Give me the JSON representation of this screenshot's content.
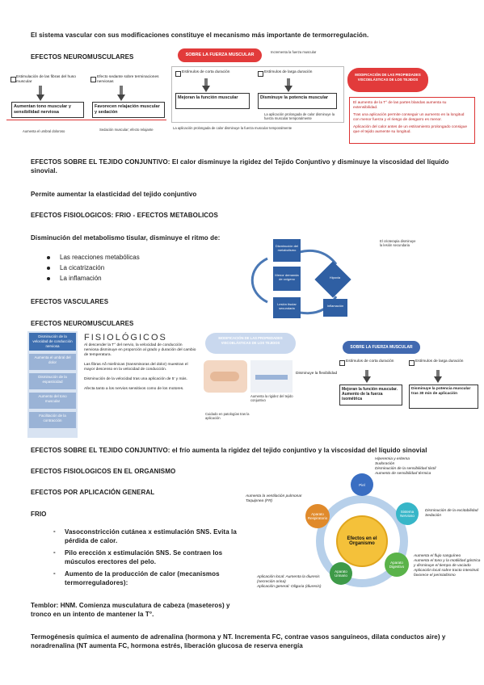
{
  "intro": "El sistema vascular con sus modificaciones constituye el mecanismo más importante de termorregulación.",
  "calor": {
    "neuromusc_title": "EFECTOS NEUROMUSCULARES",
    "box1_top": "Estimulación de las fibras del huso muscular",
    "box1_main": "Aumentan tono muscular y sensibilidad nerviosa",
    "box2_top": "Efecto sedante sobre terminaciones nerviosas",
    "box2_main": "Favorecen relajación muscular y sedación",
    "note_left": "Aumenta el umbral doloroso",
    "note_right": "Sedación muscular; efecto relajante",
    "pill_fuerza": "SOBRE LA FUERZA MUSCULAR",
    "fuerza_note": "Incrementa la fuerza muscular",
    "fuerza_box1": "Estímulos de corta duración",
    "fuerza_box1_main": "Mejoran la función muscular",
    "fuerza_box2": "Estímulos de larga duración",
    "fuerza_box2_main": "Disminuye la potencia muscular",
    "fuerza_caption": "La aplicación prolongada de calor disminuye la fuerza muscular temporalmente",
    "prop_pill": "MODIFICACIÓN DE LAS PROPIEDADES VISCOELÁSTICAS DE LOS TEJIDOS",
    "prop_text1": "El aumento de la T° de las partes blandas aumenta su extensibilidad.",
    "prop_text2": "Tras una aplicación permite conseguir un aumento en la longitud con menor fuerza y el riesgo de desgarro es menor.",
    "prop_text3": "Aplicación del calor antes de un estiramiento prolongado consigue que el tejido aumente su longitud."
  },
  "conj_calor": "EFECTOS SOBRE EL TEJIDO CONJUNTIVO: El calor disminuye la rigidez del Tejido Conjuntivo y disminuye la viscosidad del líquido sinovial.",
  "elasticidad": "Permite aumentar la elasticidad del tejido conjuntivo",
  "frio_meta_title": "EFECTOS FISIOLOGICOS: FRIO -  EFECTOS METABOLICOS",
  "metab_text": "Disminución del metabolismo tisular, disminuye el ritmo de:",
  "metab_items": [
    "Las reacciones metabólicas",
    "La cicatrización",
    "La inflamación"
  ],
  "cycle": {
    "node_a": "Disminución del metabolismo",
    "node_b": "Menor demanda de oxígeno",
    "node_c": "Lesión tisular secundaria",
    "node_d": "Hipoxia",
    "node_e": "Inflamación",
    "side_text": "El crioterapia disminuye la lesión secundaria"
  },
  "vasc_title": "EFECTOS VASCULARES",
  "neuro2_title": "EFECTOS NEUROMUSCULARES",
  "fisio": {
    "side_items": [
      "Disminución de la velocidad de conducción nerviosa",
      "Aumenta el umbral del dolor",
      "Disminución de la espasticidad",
      "Aumento del tono muscular",
      "Facilitación de la contracción"
    ],
    "heading": "FISIOLÓGICOS",
    "p1": "Al descender la T° del nervio, la velocidad de conducción nerviosa disminuye en proporción al grado y duración del cambio de temperatura.",
    "p2": "Las fibras Aδ mielínicas (transmisoras del dolor) muestran el mayor descenso en la velocidad de conducción.",
    "p3": "Disminución de la velocidad tras una aplicación de 5' y más.",
    "p4": "Afecta tanto a los nervios sensitivos como de los motores."
  },
  "prop2_pill": "MODIFICACIÓN DE LAS PROPIEDADES VISCOELÁSTICAS DE LOS TEJIDOS",
  "prop2_caption1": "Aumenta la rigidez del tejido conjuntivo",
  "prop2_caption2": "Cuidado en patologías tras la aplicación",
  "prop2_side": "Disminuye la flexibilidad",
  "fuerza2": {
    "pill": "SOBRE LA FUERZA MUSCULAR",
    "box1": "Estímulos de corta duración",
    "box1_main": "Mejoran la función muscular. Aumento de la fuerza isométrica",
    "box2": "Estímulos de larga duración",
    "box2_main": "Disminuye la potencia muscular tras 30 min de aplicación"
  },
  "conj_frio": "EFECTOS SOBRE EL TEJIDO CONJUNTIVO: el frío aumenta la rigidez del tejido conjuntivo y la viscosidad del líquido sinovial",
  "organismo_title": "EFECTOS FISIOLOGICOS EN EL ORGANISMO",
  "general_title": "EFECTOS POR APLICACIÓN GENERAL",
  "frio_label": "FRIO",
  "frio_items": [
    "Vasoconstricción cutánea x estimulación SNS. Evita la pérdida de calor.",
    "Pilo erección x estimulación SNS. Se contraen los músculos erectores del pelo.",
    "Aumento de la producción de calor (mecanismos termorreguladores):"
  ],
  "temblor": "Temblor: HNM. Comienza musculatura de cabeza (maseteros) y tronco en un intento de mantener la T°.",
  "termogenesis": "Termogénesis química el aumento de adrenalina (hormona y NT. Incrementa FC, contrae vasos sanguíneos, dilata conductos aire) y noradrenalina (NT aumenta FC, hormona estrés, liberación glucosa de reserva energía",
  "org": {
    "center": "Efectos en el Organismo",
    "n_top": "Piel",
    "n_right": "Sistema Nervioso",
    "n_br": "Aparato Digestivo",
    "n_bottom": "Aparato Urinario",
    "n_left": "Aparato Respiratorio",
    "top_notes": [
      "Hiperemia y eritema",
      "Sudoración",
      "Disminución de la sensibilidad táctil",
      "Aumento de sensibilidad térmica"
    ],
    "right_notes": [
      "Disminución de la excitabilidad",
      "Sedación"
    ],
    "left_notes": [
      "Aumenta la ventilación pulmonar",
      "Taquipnea (FR)"
    ],
    "br_notes": [
      "Aumenta el flujo sanguíneo",
      "Aumenta el tono y la motilidad gástrica y disminuye el tiempo de vaciado",
      "Aplicación local sobre tracto intestinal: favorece el peristaltismo"
    ],
    "bottom_notes": [
      "Aplicación local: Aumenta la diuresis (secreción orina)",
      "Aplicación general: Oliguria (diuresis)"
    ]
  }
}
